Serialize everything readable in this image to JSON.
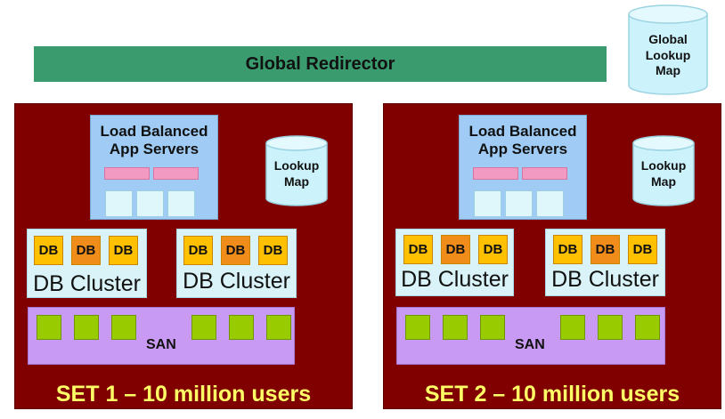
{
  "redirector": {
    "label": "Global Redirector"
  },
  "global_lookup": {
    "line1": "Global",
    "line2": "Lookup",
    "line3": "Map"
  },
  "colors": {
    "set_background": "#800000",
    "redirector": "#3a9c6e",
    "app_servers": "#9fcbf4",
    "db_cluster": "#d9f3f8",
    "san": "#c99af3",
    "db_yellow": "#ffc000",
    "db_orange": "#f08c1a",
    "san_block": "#99cc00",
    "set_title": "#ffff66",
    "cylinder": "#ccf2fb"
  },
  "sets": [
    {
      "title": "SET 1 – 10 million users",
      "app_servers": {
        "line1": "Load Balanced",
        "line2": "App Servers"
      },
      "lookup": {
        "line1": "Lookup",
        "line2": "Map"
      },
      "clusters": [
        {
          "label": "DB Cluster",
          "db": [
            "DB",
            "DB",
            "DB"
          ]
        },
        {
          "label": "DB Cluster",
          "db": [
            "DB",
            "DB",
            "DB"
          ]
        }
      ],
      "san": {
        "label": "SAN"
      }
    },
    {
      "title": "SET 2 – 10 million users",
      "app_servers": {
        "line1": "Load Balanced",
        "line2": "App Servers"
      },
      "lookup": {
        "line1": "Lookup",
        "line2": "Map"
      },
      "clusters": [
        {
          "label": "DB Cluster",
          "db": [
            "DB",
            "DB",
            "DB"
          ]
        },
        {
          "label": "DB Cluster",
          "db": [
            "DB",
            "DB",
            "DB"
          ]
        }
      ],
      "san": {
        "label": "SAN"
      }
    }
  ]
}
